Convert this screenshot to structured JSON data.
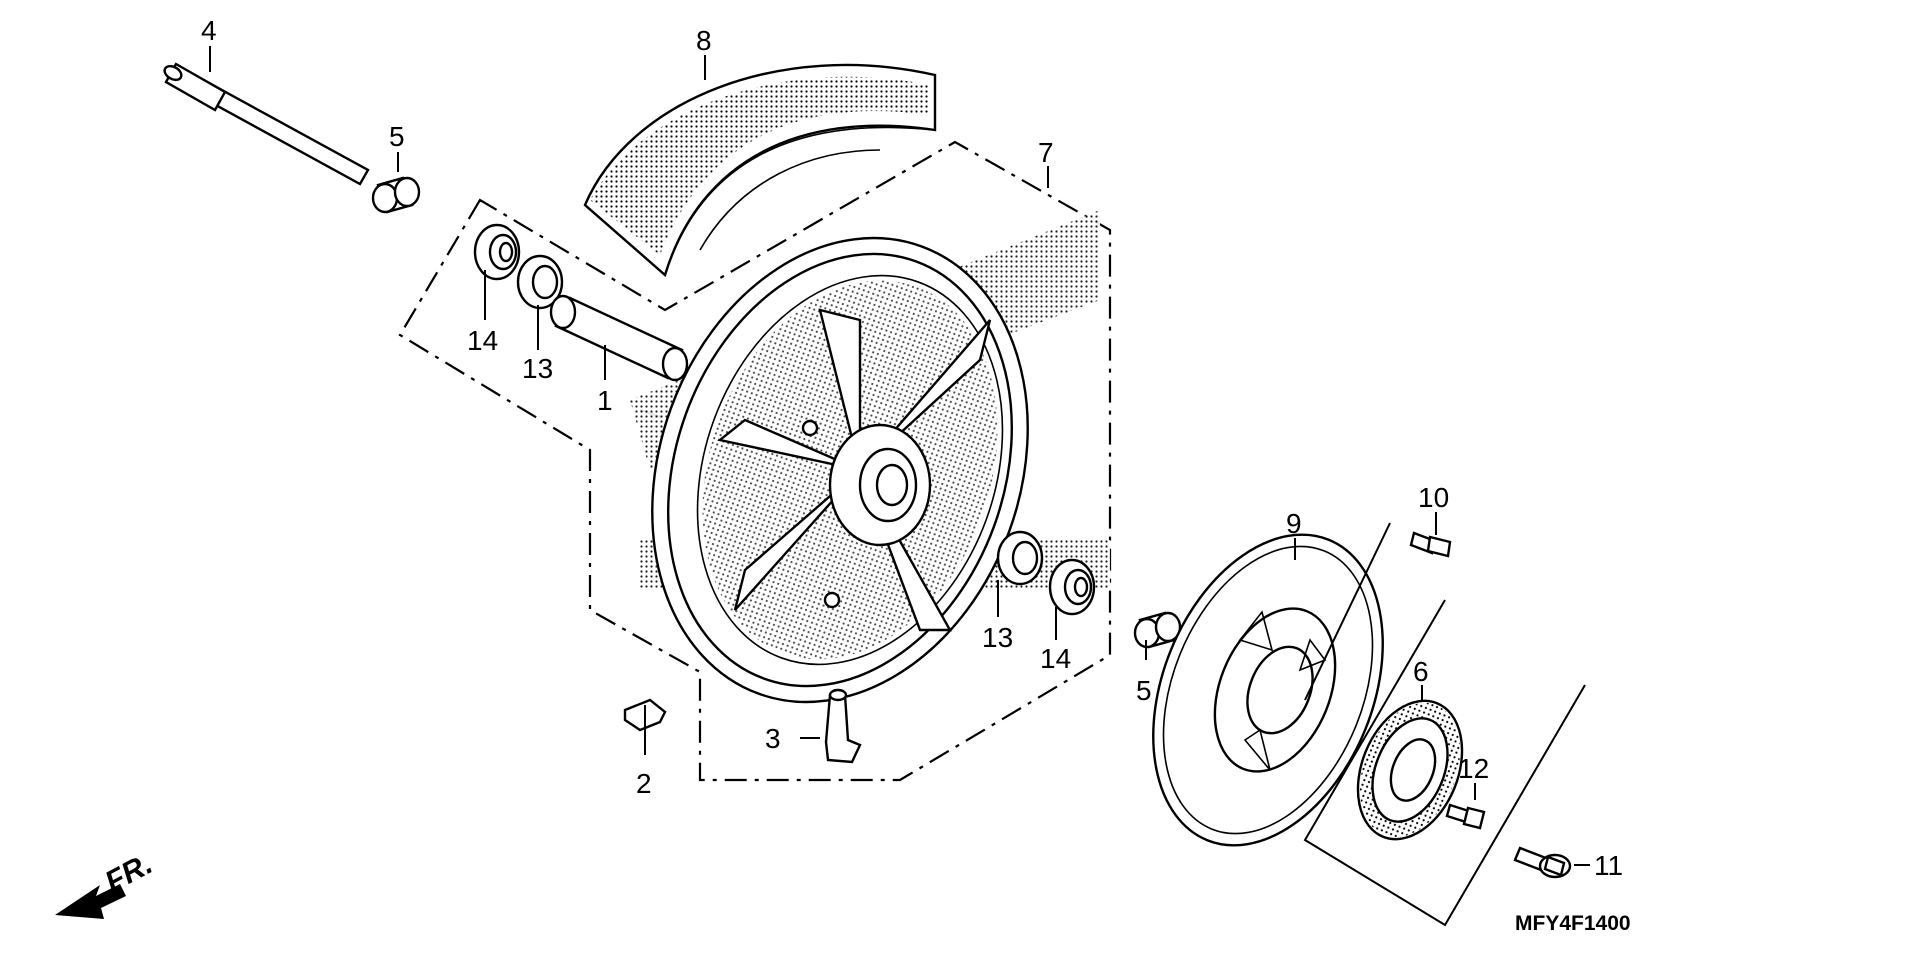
{
  "diagram": {
    "code": "MFY4F1400",
    "direction_label": "FR.",
    "callouts": [
      {
        "id": "c1",
        "text": "1"
      },
      {
        "id": "c2",
        "text": "2"
      },
      {
        "id": "c3",
        "text": "3"
      },
      {
        "id": "c4",
        "text": "4"
      },
      {
        "id": "c5a",
        "text": "5"
      },
      {
        "id": "c5b",
        "text": "5"
      },
      {
        "id": "c6",
        "text": "6"
      },
      {
        "id": "c7",
        "text": "7"
      },
      {
        "id": "c8",
        "text": "8"
      },
      {
        "id": "c9",
        "text": "9"
      },
      {
        "id": "c10",
        "text": "10"
      },
      {
        "id": "c11",
        "text": "11"
      },
      {
        "id": "c12",
        "text": "12"
      },
      {
        "id": "c13a",
        "text": "13"
      },
      {
        "id": "c13b",
        "text": "13"
      },
      {
        "id": "c14a",
        "text": "14"
      },
      {
        "id": "c14b",
        "text": "14"
      }
    ]
  }
}
